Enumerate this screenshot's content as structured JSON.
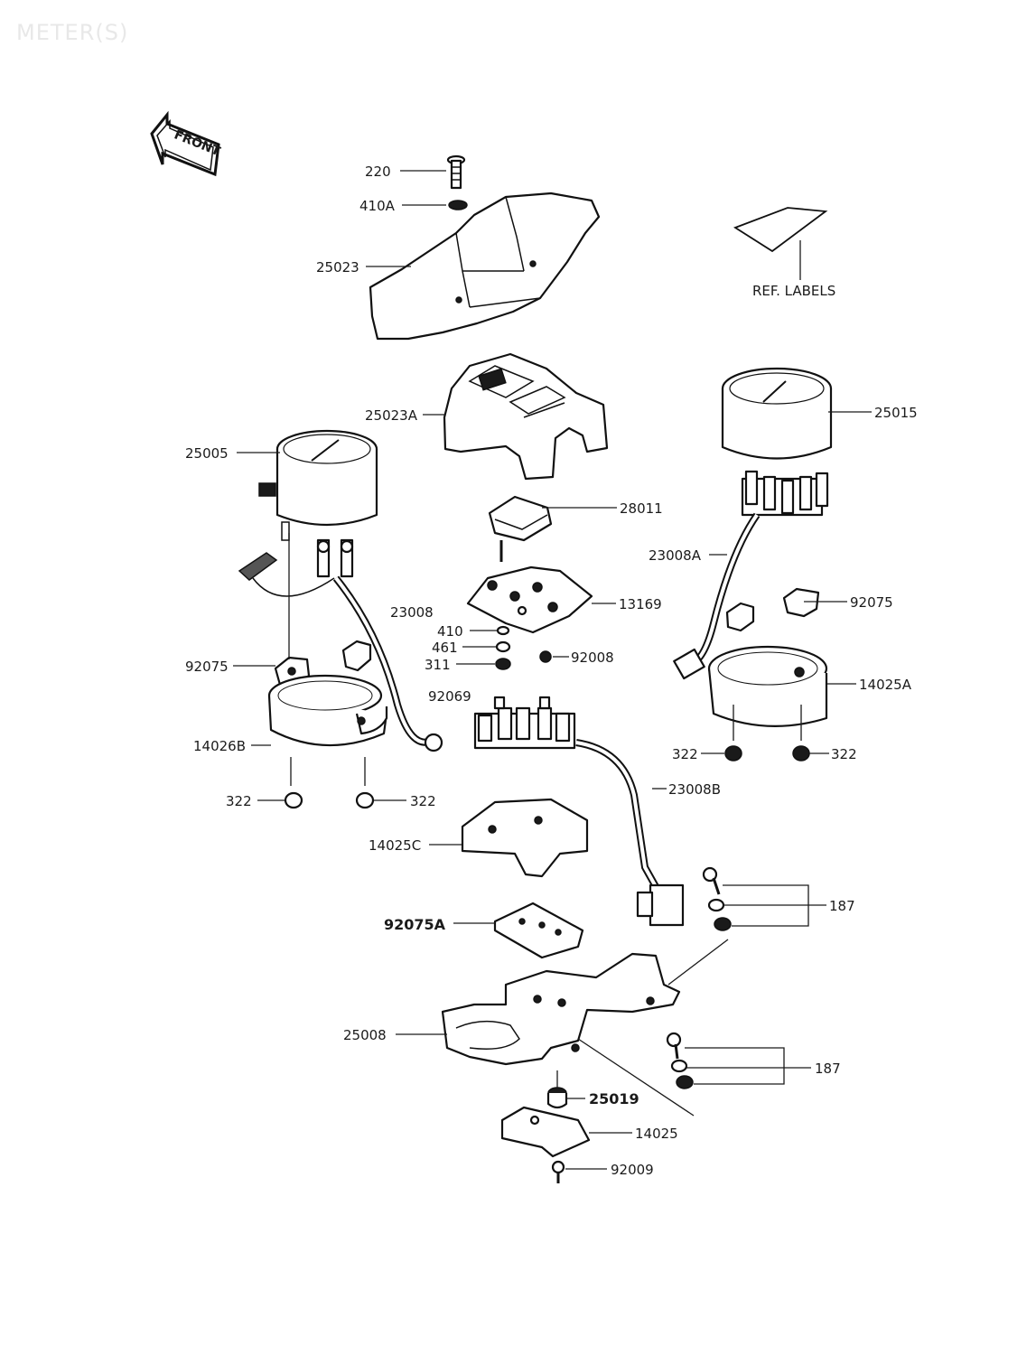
{
  "title": "METER(S)",
  "front_badge": "FRONT",
  "ref_labels": "REF. LABELS",
  "labels": {
    "p220": "220",
    "p410A": "410A",
    "p25023": "25023",
    "p25023A": "25023A",
    "p25005": "25005",
    "p25015": "25015",
    "p28011": "28011",
    "p23008A": "23008A",
    "p13169": "13169",
    "p23008": "23008",
    "p92075_r": "92075",
    "p410": "410",
    "p461": "461",
    "p92008": "92008",
    "p311": "311",
    "p92075_l": "92075",
    "p14025A": "14025A",
    "p92069": "92069",
    "p14026B": "14026B",
    "p322_rl": "322",
    "p322_rr": "322",
    "p322_ll": "322",
    "p322_lr": "322",
    "p23008B": "23008B",
    "p14025C": "14025C",
    "p187_top": "187",
    "p92075A": "92075A",
    "p25008": "25008",
    "p187_bot": "187",
    "p25019": "25019",
    "p14025": "14025",
    "p92009": "92009"
  }
}
